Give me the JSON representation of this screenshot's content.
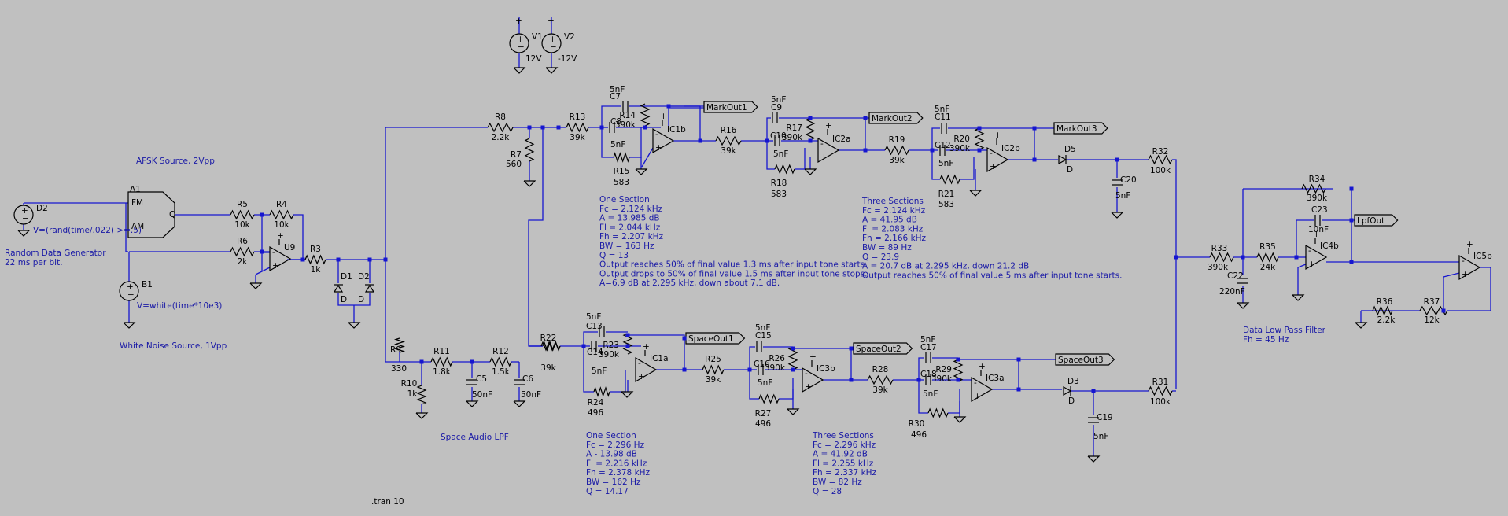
{
  "colors": {
    "background": "#c0c0c0",
    "wire": "#1616d0",
    "symbol": "#000000",
    "annotation": "#1a1aa6"
  },
  "sources": {
    "v1": {
      "name": "V1",
      "value": "12V"
    },
    "v2": {
      "name": "V2",
      "value": "-12V"
    },
    "d2src": {
      "name": "D2",
      "expr": "V=(rand(time/.022) >=.5)"
    },
    "b1": {
      "name": "B1",
      "expr": "V=white(time*10e3)"
    },
    "a1": {
      "name": "A1",
      "fm": "FM",
      "am": "AM",
      "q": "Q"
    }
  },
  "labels": {
    "afsk": "AFSK Source, 2Vpp",
    "rdg1": "Random Data Generator",
    "rdg2": "22 ms per bit.",
    "white": "White Noise Source, 1Vpp",
    "space_lpf": "Space Audio LPF",
    "tran": ".tran 10",
    "lpf1": "Data Low Pass Filter",
    "lpf2": "Fh = 45 Hz"
  },
  "parts": {
    "R5": [
      "R5",
      "10k"
    ],
    "R4": [
      "R4",
      "10k"
    ],
    "R6": [
      "R6",
      "2k"
    ],
    "R3": [
      "R3",
      "1k"
    ],
    "D1": [
      "D1",
      "D"
    ],
    "D2": [
      "D2",
      "D"
    ],
    "U9": "U9",
    "R8": [
      "R8",
      "2.2k"
    ],
    "R7": [
      "R7",
      "560"
    ],
    "R13": [
      "R13",
      "39k"
    ],
    "C7": [
      "C7",
      "5nF"
    ],
    "R14": [
      "R14",
      "390k"
    ],
    "C8": [
      "C8",
      "5nF"
    ],
    "R15": [
      "R15",
      "583"
    ],
    "IC1b": "IC1b",
    "R16": [
      "R16",
      "39k"
    ],
    "C9": [
      "C9",
      "5nF"
    ],
    "R17": [
      "R17",
      "390k"
    ],
    "C10": [
      "C10",
      "5nF"
    ],
    "R18": [
      "R18",
      "583"
    ],
    "IC2a": "IC2a",
    "R19": [
      "R19",
      "39k"
    ],
    "C11": [
      "C11",
      "5nF"
    ],
    "R20": [
      "R20",
      "390k"
    ],
    "C12": [
      "C12",
      "5nF"
    ],
    "R21": [
      "R21",
      "583"
    ],
    "IC2b": "IC2b",
    "D5": [
      "D5",
      "D"
    ],
    "C20": [
      "C20",
      "5nF"
    ],
    "R32": [
      "R32",
      "100k"
    ],
    "R9": [
      "R9",
      "330"
    ],
    "R10": [
      "R10",
      "1k"
    ],
    "R11": [
      "R11",
      "1.8k"
    ],
    "R12": [
      "R12",
      "1.5k"
    ],
    "C5": [
      "C5",
      "50nF"
    ],
    "C6": [
      "C6",
      "50nF"
    ],
    "R22": [
      "R22",
      "39k"
    ],
    "C13": [
      "C13",
      "5nF"
    ],
    "R23": [
      "R23",
      "390k"
    ],
    "C14": [
      "C14",
      "5nF"
    ],
    "R24": [
      "R24",
      "496"
    ],
    "IC1a": "IC1a",
    "R25": [
      "R25",
      "39k"
    ],
    "C15": [
      "C15",
      "5nF"
    ],
    "R26": [
      "R26",
      "390k"
    ],
    "C16": [
      "C16",
      "5nF"
    ],
    "R27": [
      "R27",
      "496"
    ],
    "IC3b": "IC3b",
    "R28": [
      "R28",
      "39k"
    ],
    "C17": [
      "C17",
      "5nF"
    ],
    "R29": [
      "R29",
      "390k"
    ],
    "C18": [
      "C18",
      "5nF"
    ],
    "R30": [
      "R30",
      "496"
    ],
    "IC3a": "IC3a",
    "D3": [
      "D3",
      "D"
    ],
    "C19": [
      "C19",
      "5nF"
    ],
    "R31": [
      "R31",
      "100k"
    ],
    "R33": [
      "R33",
      "390k"
    ],
    "C22": [
      "C22",
      "220nF"
    ],
    "R35": [
      "R35",
      "24k"
    ],
    "C23": [
      "C23",
      "10nF"
    ],
    "R34": [
      "R34",
      "390k"
    ],
    "IC4b": "IC4b",
    "R36": [
      "R36",
      "2.2k"
    ],
    "R37": [
      "R37",
      "12k"
    ],
    "IC5b": "IC5b"
  },
  "netlabels": {
    "MarkOut1": "MarkOut1",
    "MarkOut2": "MarkOut2",
    "MarkOut3": "MarkOut3",
    "SpaceOut1": "SpaceOut1",
    "SpaceOut2": "SpaceOut2",
    "SpaceOut3": "SpaceOut3",
    "LpfOut": "LpfOut"
  },
  "notes": {
    "mark1": [
      "One Section",
      "Fc = 2.124 kHz",
      "A = 13.985 dB",
      "Fl = 2.044 kHz",
      "Fh = 2.207 kHz",
      "BW = 163 Hz",
      "Q = 13",
      "Output reaches 50% of final value 1.3 ms after input tone starts.",
      "Output drops to 50% of final value 1.5 ms after input tone stops.",
      "A=6.9 dB at 2.295 kHz, down about 7.1 dB."
    ],
    "mark3": [
      "Three Sections",
      "Fc = 2.124 kHz",
      "A = 41.95 dB",
      "Fl = 2.083 kHz",
      "Fh = 2.166 kHz",
      "BW = 89 Hz",
      "Q = 23.9",
      "A = 20.7 dB at 2.295 kHz, down 21.2 dB",
      "Output reaches 50% of final value 5 ms after input tone starts."
    ],
    "space1": [
      "One Section",
      "Fc = 2.296 Hz",
      "A - 13.98 dB",
      "Fl = 2.216 kHz",
      "Fh = 2.378 kHz",
      "BW = 162 Hz",
      "Q = 14.17"
    ],
    "space3": [
      "Three Sections",
      "Fc = 2.296 kHz",
      "A = 41.92 dB",
      "Fl = 2.255 kHz",
      "Fh = 2.337 kHz",
      "BW = 82 Hz",
      "Q = 28"
    ]
  }
}
